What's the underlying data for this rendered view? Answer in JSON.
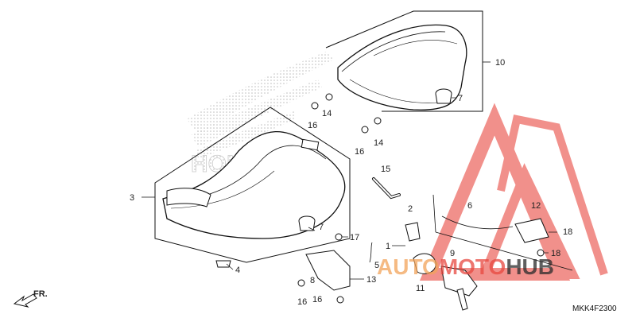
{
  "brand": {
    "watermark": "HONDA"
  },
  "diagram_code": "MKK4F2300",
  "direction": {
    "label": "FR."
  },
  "site_watermark": {
    "part1": "AUTO",
    "part2": "MOTO",
    "part3": "HUB",
    "color_red": "#e8483f",
    "color_orange": "#f2a35a",
    "color_dark": "#2b2b2b"
  },
  "callouts": {
    "c1": "1",
    "c2": "2",
    "c3": "3",
    "c4": "4",
    "c5": "5",
    "c6": "6",
    "c7a": "7",
    "c7b": "7",
    "c8": "8",
    "c9": "9",
    "c10": "10",
    "c11": "11",
    "c12": "12",
    "c13": "13",
    "c14a": "14",
    "c14b": "14",
    "c15": "15",
    "c16a": "16",
    "c16b": "16",
    "c16c": "16",
    "c16d": "16",
    "c17": "17",
    "c18a": "18",
    "c18b": "18"
  }
}
